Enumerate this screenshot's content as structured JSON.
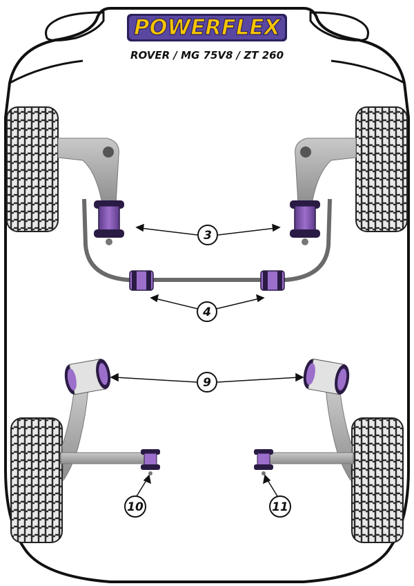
{
  "brand": {
    "name": "POWERFLEX",
    "colors": {
      "logo_fill": "#f5c400",
      "logo_outline": "#2b1f5c",
      "bush_purple": "#7b4fa6",
      "bush_dark": "#1a1a1a",
      "chassis_outline": "#111111",
      "arm_grey": "#a9a9a9"
    }
  },
  "model": {
    "title": "ROVER / MG 75V8 / ZT 260"
  },
  "callouts": [
    {
      "id": "3",
      "label": "3",
      "part": "front lower arm front bush"
    },
    {
      "id": "4",
      "label": "4",
      "part": "anti roll bar bush"
    },
    {
      "id": "9",
      "label": "9",
      "part": "rear upper arm bush"
    },
    {
      "id": "10",
      "label": "10",
      "part": "rear arm inner bush left"
    },
    {
      "id": "11",
      "label": "11",
      "part": "rear arm inner bush right"
    }
  ]
}
